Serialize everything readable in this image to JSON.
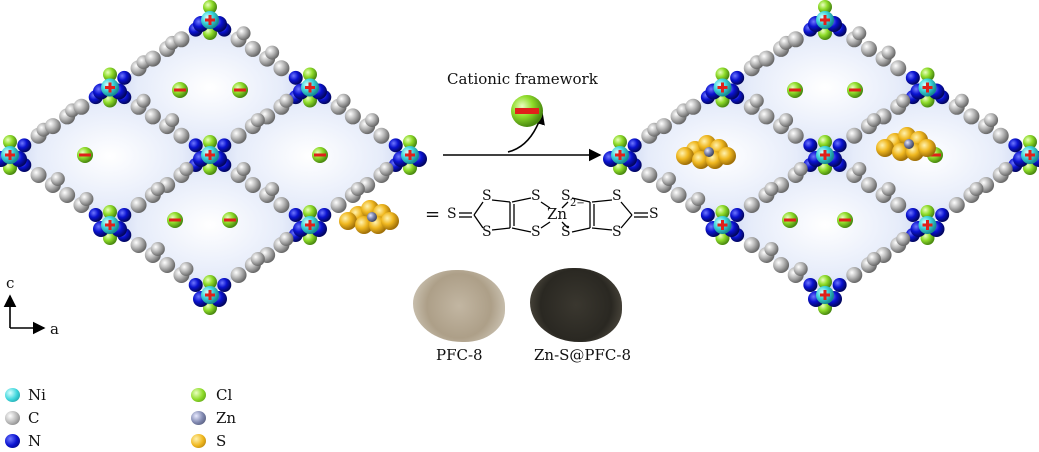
{
  "caption_arrow": {
    "label": "Cationic framework"
  },
  "molecule": {
    "equals": "=",
    "atoms": [
      "S",
      "S",
      "S",
      "S",
      "S",
      "S",
      "S",
      "S",
      "S",
      "S"
    ],
    "metal": "Zn",
    "charge": "2−"
  },
  "samples": [
    {
      "label": "PFC-8",
      "color": "#b3a58f"
    },
    {
      "label": "Zn-S@PFC-8",
      "color": "#2e2c25"
    }
  ],
  "axes": {
    "vertical": "c",
    "horizontal": "a"
  },
  "legend": [
    {
      "element": "Ni",
      "color": "#3fd6dc"
    },
    {
      "element": "C",
      "color": "#a8a8a8"
    },
    {
      "element": "N",
      "color": "#0a10c8"
    },
    {
      "element": "Cl",
      "color": "#8fdc2a"
    },
    {
      "element": "Zn",
      "color": "#8088b0"
    },
    {
      "element": "S",
      "color": "#f0b820"
    }
  ]
}
